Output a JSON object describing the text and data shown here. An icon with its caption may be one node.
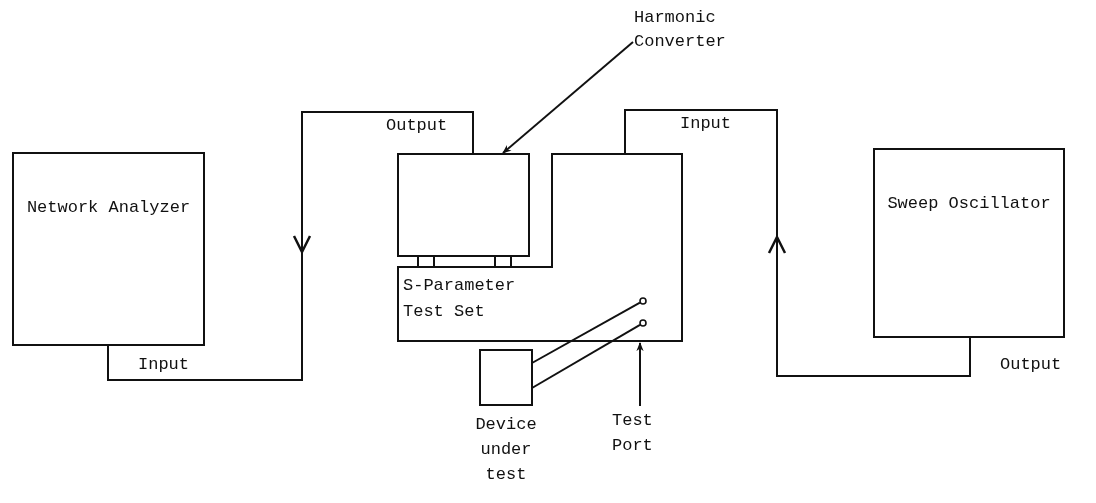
{
  "diagram": {
    "nodes": [
      {
        "text": [
          "Network Analyzer"
        ]
      },
      {
        "text": [
          "Harmonic Converter"
        ]
      },
      {
        "text": [],
        "shape": "box"
      },
      {
        "text": [
          "S-Parameter Test Set"
        ]
      },
      {
        "text": [
          "Sweep Oscillator"
        ]
      },
      {
        "text": [
          "Device under test"
        ]
      },
      {
        "text": [
          "Test Port"
        ]
      },
      {
        "text": [],
        "shape": "circle",
        "in": 3
      },
      {
        "text": [],
        "shape": "circle",
        "in": 3
      }
    ],
    "edges": [
      {
        "from": 2,
        "to": 0,
        "arrow": "to"
      },
      {
        "from": 4,
        "to": 3,
        "arrow": "to"
      },
      {
        "from": 1,
        "to": 2,
        "arrow": "to"
      },
      {
        "from": 6,
        "to": 3,
        "arrow": "to"
      },
      {
        "from": 5,
        "to": 7,
        "arrow": "none"
      },
      {
        "from": 5,
        "to": 8,
        "arrow": "none"
      },
      {
        "from": 2,
        "to": 3,
        "arrow": "none"
      },
      {
        "from": 2,
        "to": 3,
        "arrow": "none"
      }
    ],
    "labels": [
      "Output",
      "Input",
      "Input",
      "Output"
    ]
  }
}
